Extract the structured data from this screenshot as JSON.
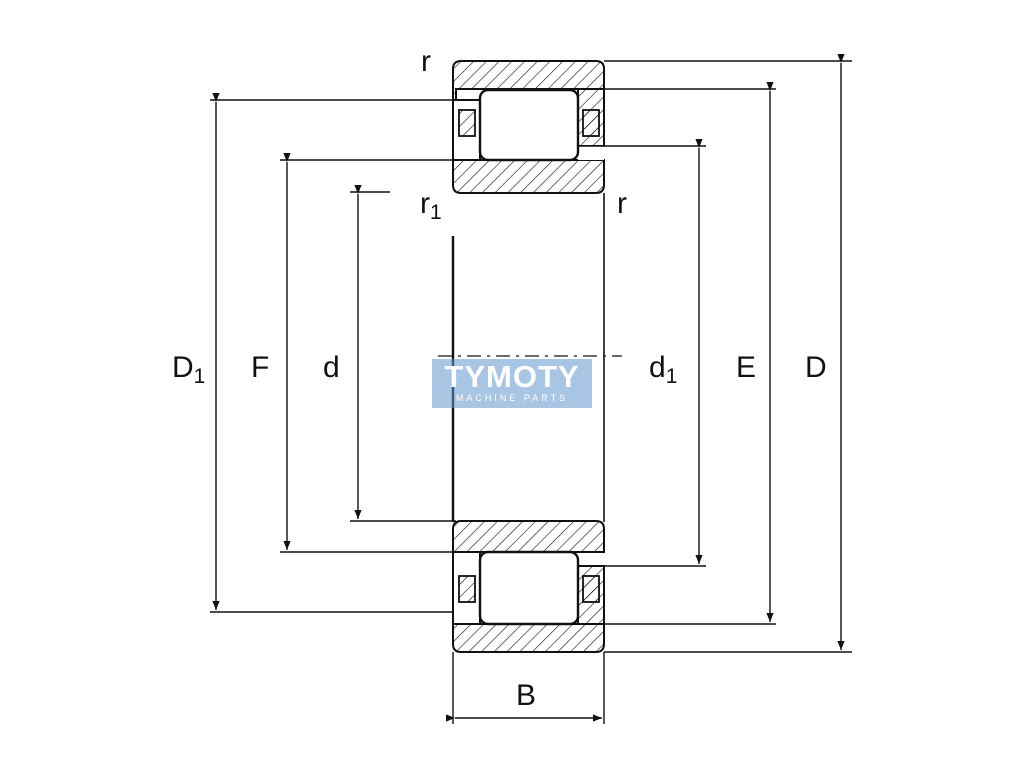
{
  "labels": {
    "D1": {
      "main": "D",
      "sub": "1"
    },
    "F": "F",
    "d": "d",
    "d1": {
      "main": "d",
      "sub": "1"
    },
    "E": "E",
    "D": "D",
    "B": "B",
    "r_top": "r",
    "r1": {
      "main": "r",
      "sub": "1"
    },
    "r_right": "r"
  },
  "watermark": {
    "title": "TYMOTY",
    "subtitle": "MACHINE PARTS",
    "color": "#6096ce"
  },
  "colors": {
    "line": "#111111",
    "background": "#ffffff"
  }
}
